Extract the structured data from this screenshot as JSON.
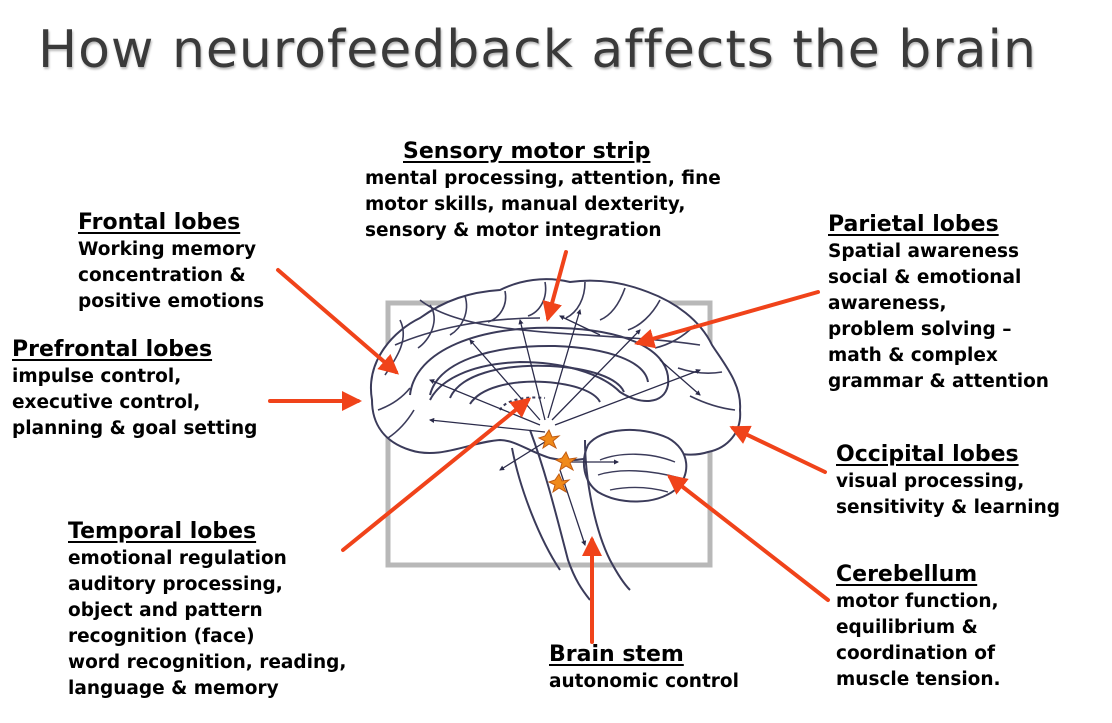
{
  "title": "How neurofeedback affects the brain",
  "regions": {
    "sensory": {
      "heading": "Sensory motor strip",
      "lines": [
        "mental processing, attention, fine",
        "motor skills, manual dexterity,",
        "sensory & motor integration"
      ]
    },
    "frontal": {
      "heading": "Frontal lobes",
      "lines": [
        "Working memory",
        "concentration &",
        "positive emotions"
      ]
    },
    "parietal": {
      "heading": "Parietal lobes",
      "lines": [
        "Spatial awareness",
        "social & emotional",
        "awareness,",
        "problem solving –",
        "math & complex",
        "grammar & attention"
      ]
    },
    "prefrontal": {
      "heading": "Prefrontal lobes",
      "lines": [
        "impulse control,",
        "executive control,",
        "planning & goal setting"
      ]
    },
    "occipital": {
      "heading": "Occipital lobes",
      "lines": [
        "visual processing,",
        "sensitivity & learning"
      ]
    },
    "temporal": {
      "heading": "Temporal lobes",
      "lines": [
        "emotional regulation",
        "auditory processing,",
        "object and pattern",
        "recognition (face)",
        "word recognition, reading,",
        "language & memory"
      ]
    },
    "cerebellum": {
      "heading": "Cerebellum",
      "lines": [
        "motor function,",
        "equilibrium &",
        "coordination of",
        "muscle tension."
      ]
    },
    "brainstem": {
      "heading": "Brain stem",
      "lines": [
        "autonomic control"
      ]
    }
  },
  "colors": {
    "arrow": "#f0431a",
    "brain_line": "#3b3b5a",
    "frame": "#b8b8b8",
    "title": "#3a3a3a",
    "spark": "#f08a1a"
  }
}
